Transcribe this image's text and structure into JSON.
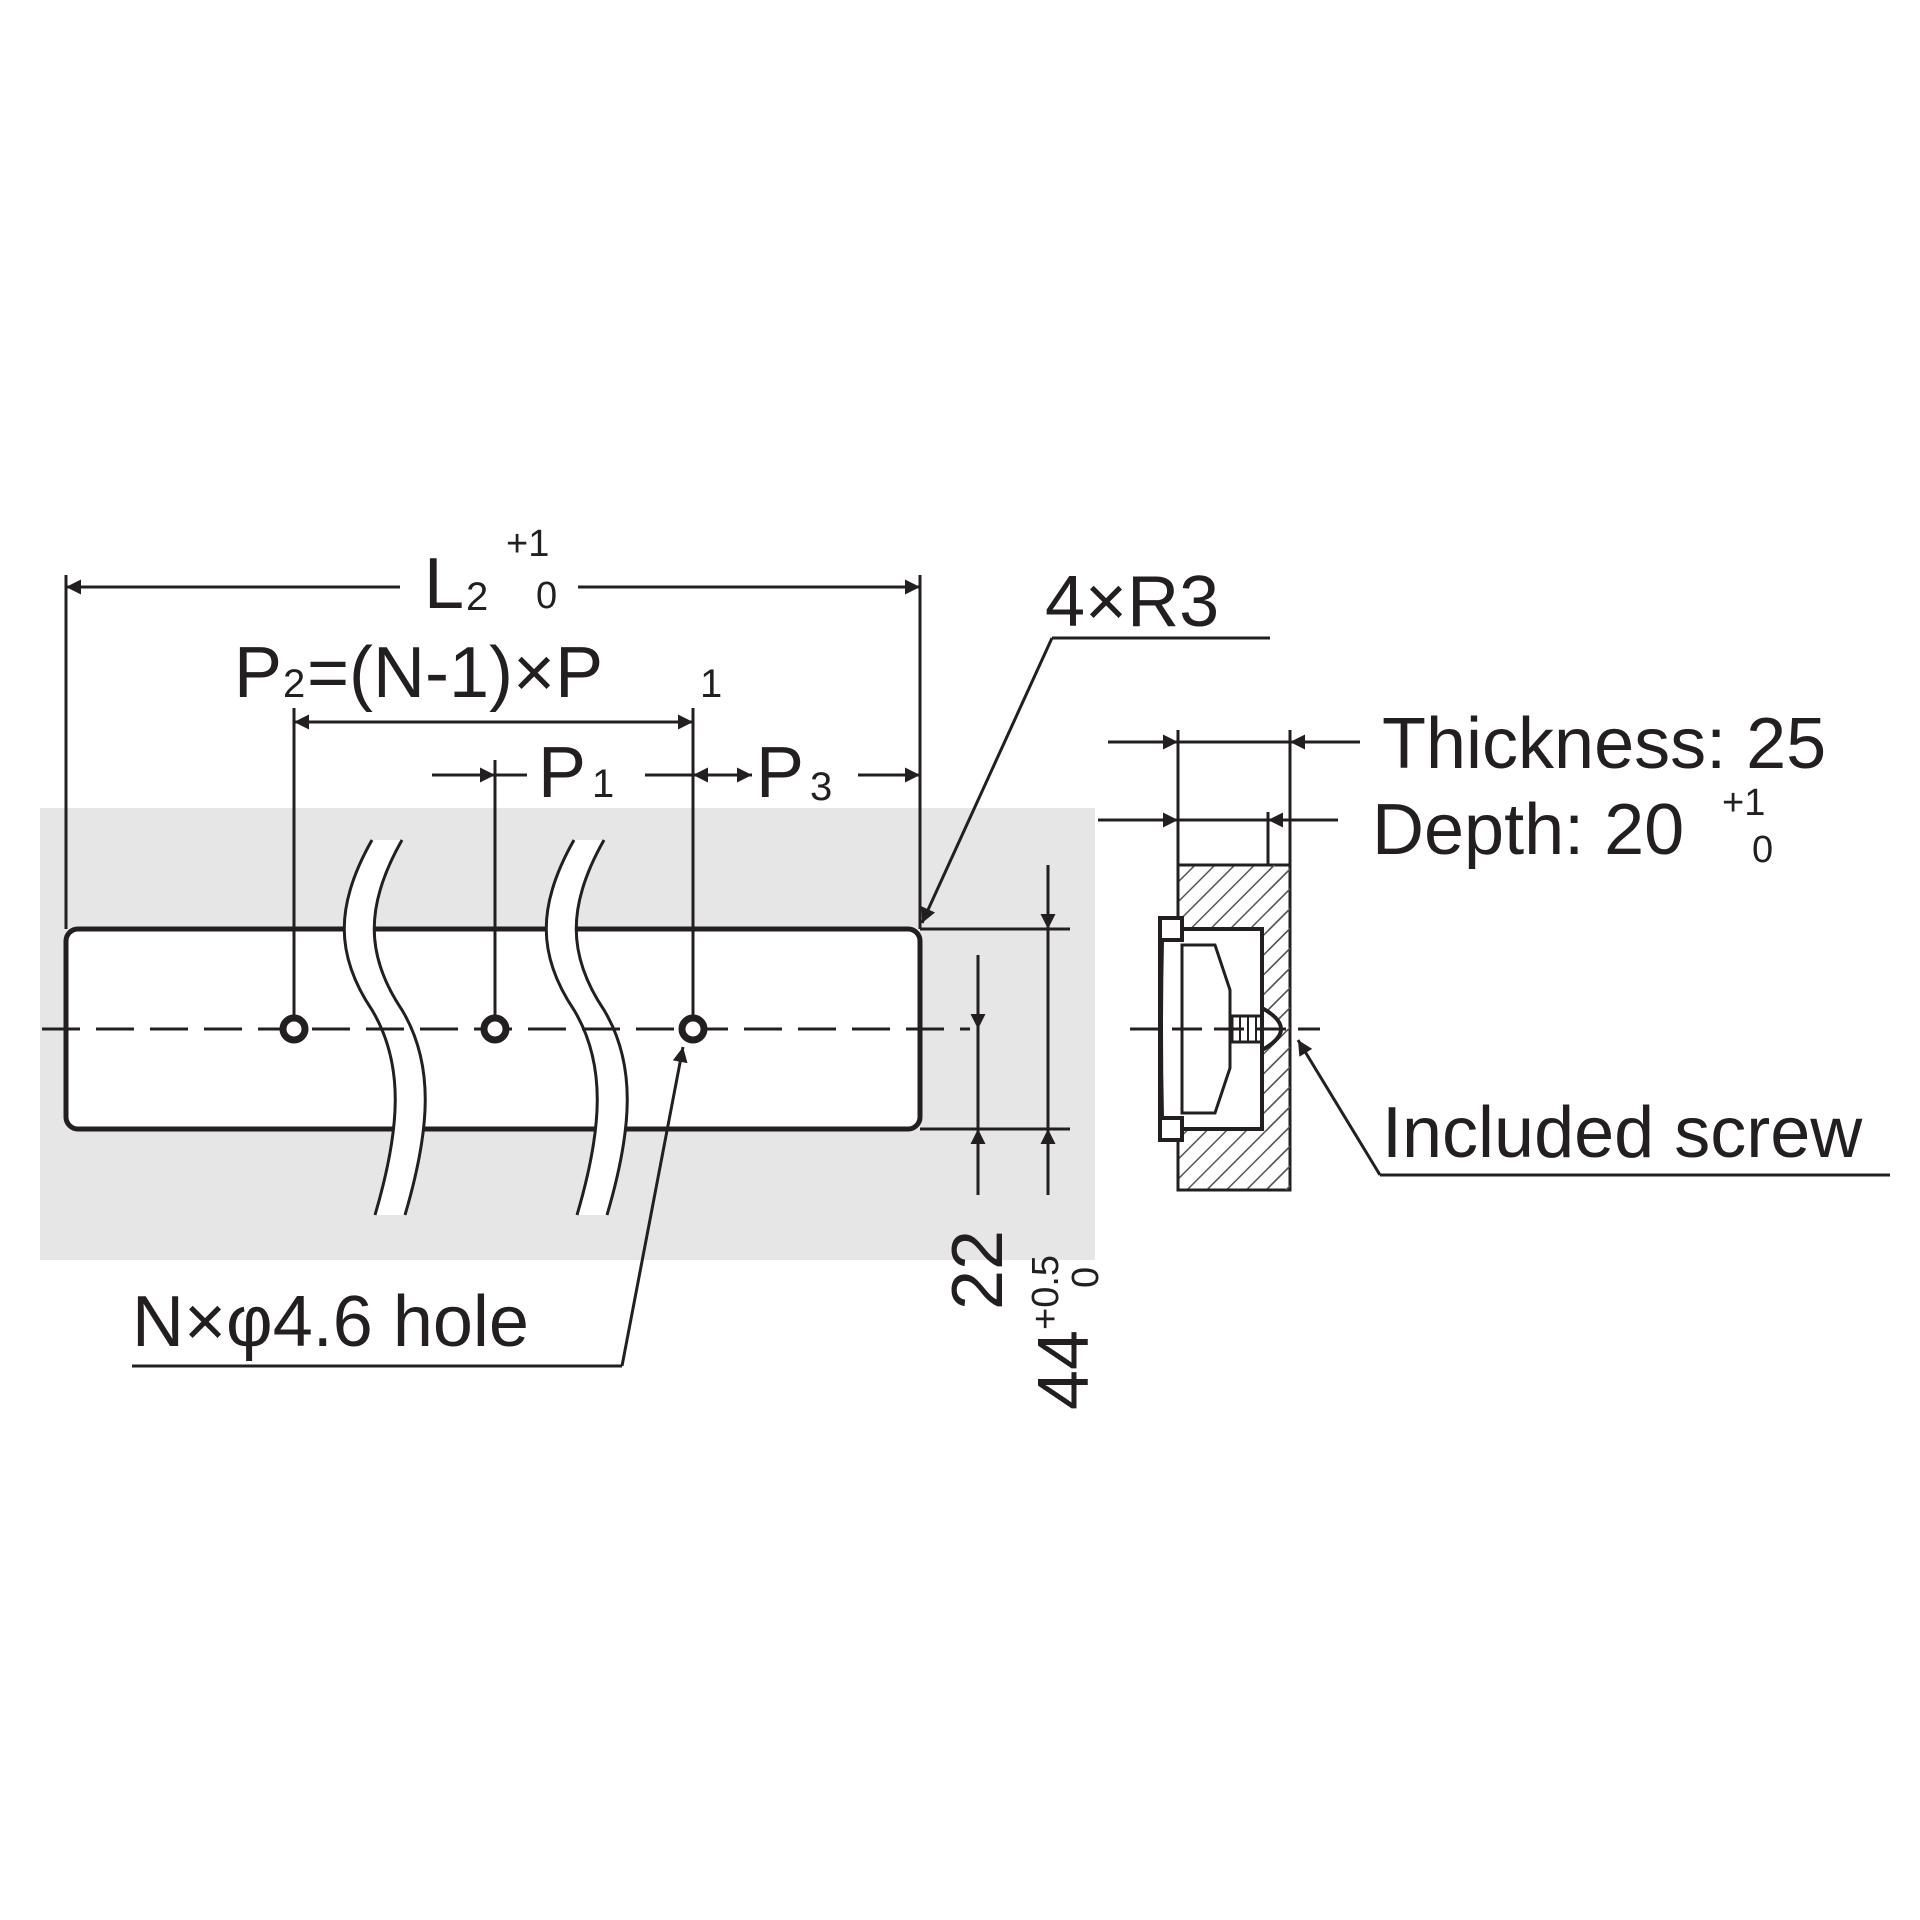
{
  "dims": {
    "overall_length": {
      "main": "L",
      "sub": "2",
      "tol_upper": "+1",
      "tol_lower": "0"
    },
    "pitch_total": {
      "p": "P",
      "p_sub": "2",
      "eq": "=(N-1)×P",
      "p1_sub": "1"
    },
    "pitch": {
      "main": "P",
      "sub": "1"
    },
    "end_pitch": {
      "main": "P",
      "sub": "3"
    },
    "corner_radius": "4×R3",
    "hole": "N×φ4.6 hole",
    "half_height": "22",
    "height": {
      "main": "44",
      "tol_upper": "+0.5",
      "tol_lower": "0"
    }
  },
  "side_view": {
    "thickness": "Thickness: 25",
    "depth": {
      "main": "Depth: 20",
      "tol_upper": "+1",
      "tol_lower": "0"
    },
    "screw": "Included screw"
  },
  "colors": {
    "line": "#231f20",
    "panel": "#e6e6e6",
    "background": "#ffffff"
  }
}
